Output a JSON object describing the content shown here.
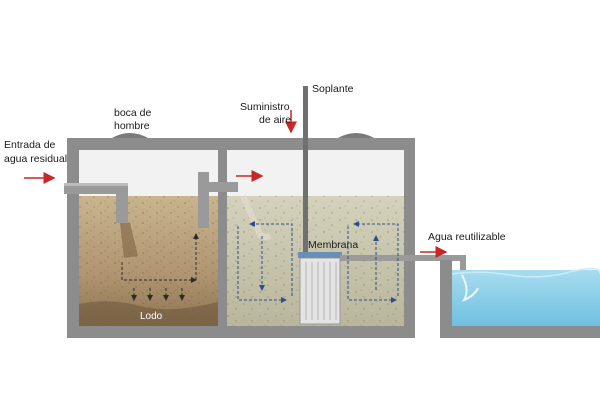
{
  "labels": {
    "inlet_line1": "Entrada de",
    "inlet_line2": "agua residual",
    "manhole_line1": "boca de",
    "manhole_line2": "hombre",
    "air_line1": "Suministro",
    "air_line2": "de aire",
    "blower": "Soplante",
    "membrane": "Membrana",
    "reuse": "Agua reutilizable",
    "sludge": "Lodo"
  },
  "colors": {
    "tank_wall": "#8c8c8c",
    "arrow_red": "#c62828",
    "sludge_chamber": "#b59a74",
    "aeration_chamber": "#c8c4aa",
    "clean_water": "#8fd0e8",
    "flow_arrow_dark": "#2b2b2b",
    "flow_arrow_blue": "#2a4f8a"
  }
}
